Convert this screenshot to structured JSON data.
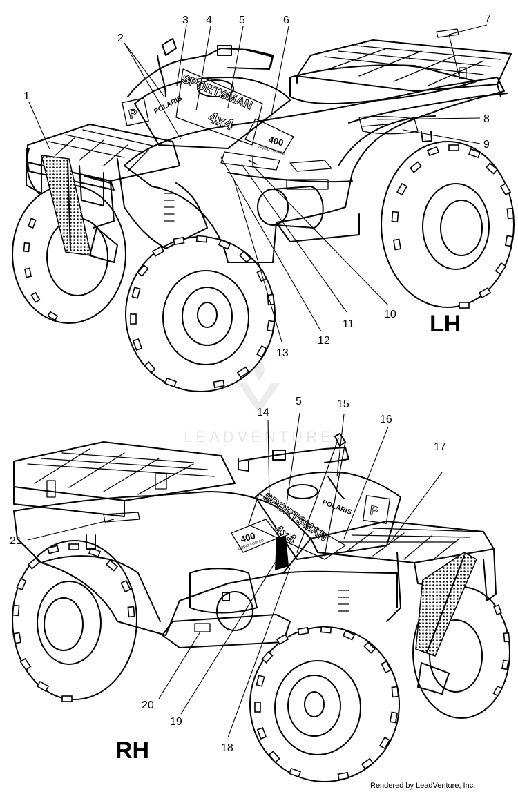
{
  "upper_view": {
    "side_label": "LH",
    "callouts": [
      "1",
      "2",
      "3",
      "4",
      "5",
      "6",
      "7",
      "8",
      "9",
      "10",
      "11",
      "12",
      "13"
    ],
    "decal_text": {
      "model": "SPORTSMAN",
      "drive": "4x4",
      "brand": "POLARIS",
      "badge_number": "400",
      "badge_sub": "LIQUID COOLED"
    }
  },
  "lower_view": {
    "side_label": "RH",
    "callouts": [
      "14",
      "5",
      "15",
      "16",
      "17",
      "18",
      "19",
      "20",
      "21"
    ],
    "decal_text": {
      "model": "SPORTSMAN",
      "drive": "4x4",
      "brand": "POLARIS",
      "badge_number": "400",
      "badge_sub": "LIQUID COOLED"
    }
  },
  "watermark": {
    "text": "LEADVENTURE",
    "icon": "flame-v-logo"
  },
  "footer": {
    "credit": "Rendered by LeadVenture, Inc."
  }
}
